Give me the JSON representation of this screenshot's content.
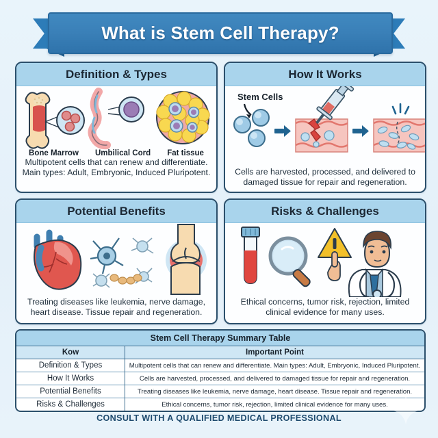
{
  "banner": {
    "title": "What is Stem Cell Therapy?"
  },
  "colors": {
    "background": "#e6f2fa",
    "banner_blue": "#3a80b8",
    "card_header_blue": "#a9d4ec",
    "card_border": "#2b4f6b",
    "table_title_blue": "#a9d4ec",
    "table_header_blue": "#cfe7f5",
    "footer_text": "#1f4b6e",
    "warning_yellow": "#f2c029",
    "blood_red": "#e0463f",
    "cell_blue": "#8dc3e2"
  },
  "cards": [
    {
      "id": "definition-types",
      "title": "Definition & Types",
      "art_labels": [
        "Bone Marrow",
        "Umbilical Cord",
        "Fat tissue"
      ],
      "caption": "Multipotent cells that can renew and differentiate. Main types: Adult, Embryonic, Induced Pluripotent."
    },
    {
      "id": "how-it-works",
      "title": "How It Works",
      "art_labels": [
        "Stem Cells"
      ],
      "caption": "Cells are harvested, processed, and delivered to damaged tissue for repair and regeneration."
    },
    {
      "id": "potential-benefits",
      "title": "Potential Benefits",
      "art_labels": [],
      "caption": "Treating diseases like leukemia, nerve damage, heart disease. Tissue repair and regeneration."
    },
    {
      "id": "risks-challenges",
      "title": "Risks & Challenges",
      "art_labels": [],
      "caption": "Ethical concerns, tumor risk, rejection, limited clinical evidence for many uses."
    }
  ],
  "table": {
    "title": "Stem Cell Therapy Summary Table",
    "headers": [
      "Kow",
      "Important Point"
    ],
    "rows": [
      {
        "key": "Definition & Types",
        "point": "Multipotent cells that can renew and differentiate. Main types: Adult, Embryonic, Induced Pluripotent."
      },
      {
        "key": "How It Works",
        "point": "Cells are harvested, processed, and delivered to damaged tissue for repair and regeneration."
      },
      {
        "key": "Potential Benefits",
        "point": "Treating diseases like leukemia, nerve damage, heart disease. Tissue repair and regeneration."
      },
      {
        "key": "Risks & Challenges",
        "point": "Ethical concerns, tumor risk, rejection, limited clinical evidence for many uses."
      }
    ]
  },
  "footer": {
    "text": "CONSULT WITH A QUALIFIED MEDICAL PROFESSIONAL"
  }
}
